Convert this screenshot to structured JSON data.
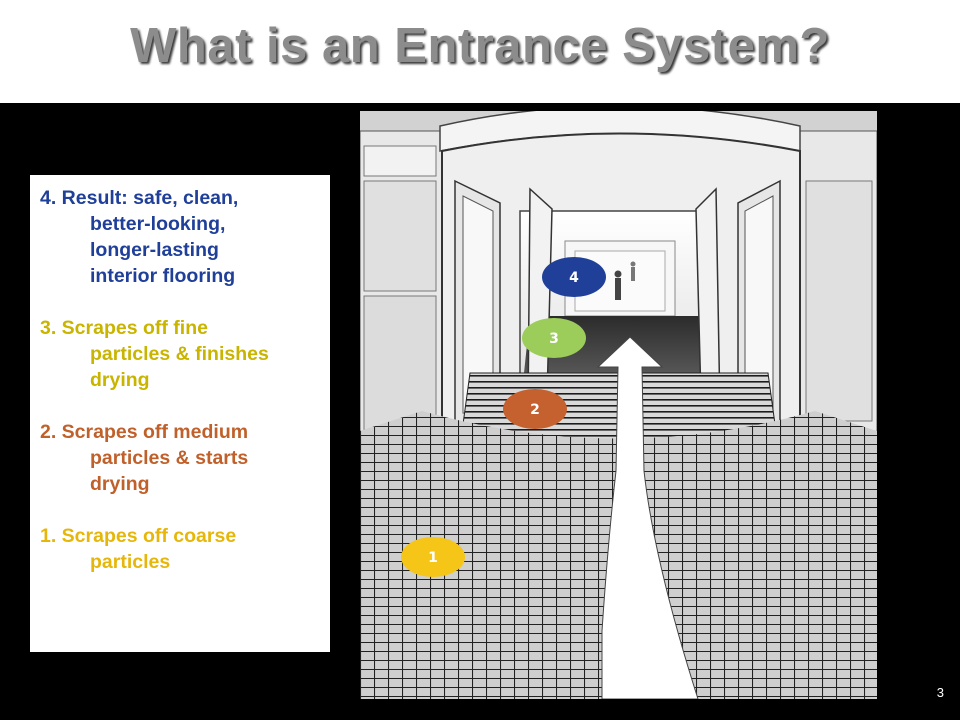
{
  "slide": {
    "title": "What is an Entrance System?",
    "page_number": "3"
  },
  "legend": [
    {
      "color": "#1f3f99",
      "lines": [
        "4. Result:  safe, clean,",
        "better-looking,",
        "longer-lasting",
        "interior flooring"
      ]
    },
    {
      "color": "#c9b400",
      "lines": [
        "3. Scrapes off fine",
        "particles & finishes",
        "drying"
      ]
    },
    {
      "color": "#c0602a",
      "lines": [
        "2. Scrapes off medium",
        "particles & starts",
        "drying"
      ]
    },
    {
      "color": "#e6b70a",
      "lines": [
        "1. Scrapes off coarse",
        "particles"
      ]
    }
  ],
  "badges": [
    {
      "label": "4",
      "color": "#1f3f99"
    },
    {
      "label": "3",
      "color": "#9ccd5a"
    },
    {
      "label": "2",
      "color": "#c4612f"
    },
    {
      "label": "1",
      "color": "#f5c518"
    }
  ]
}
